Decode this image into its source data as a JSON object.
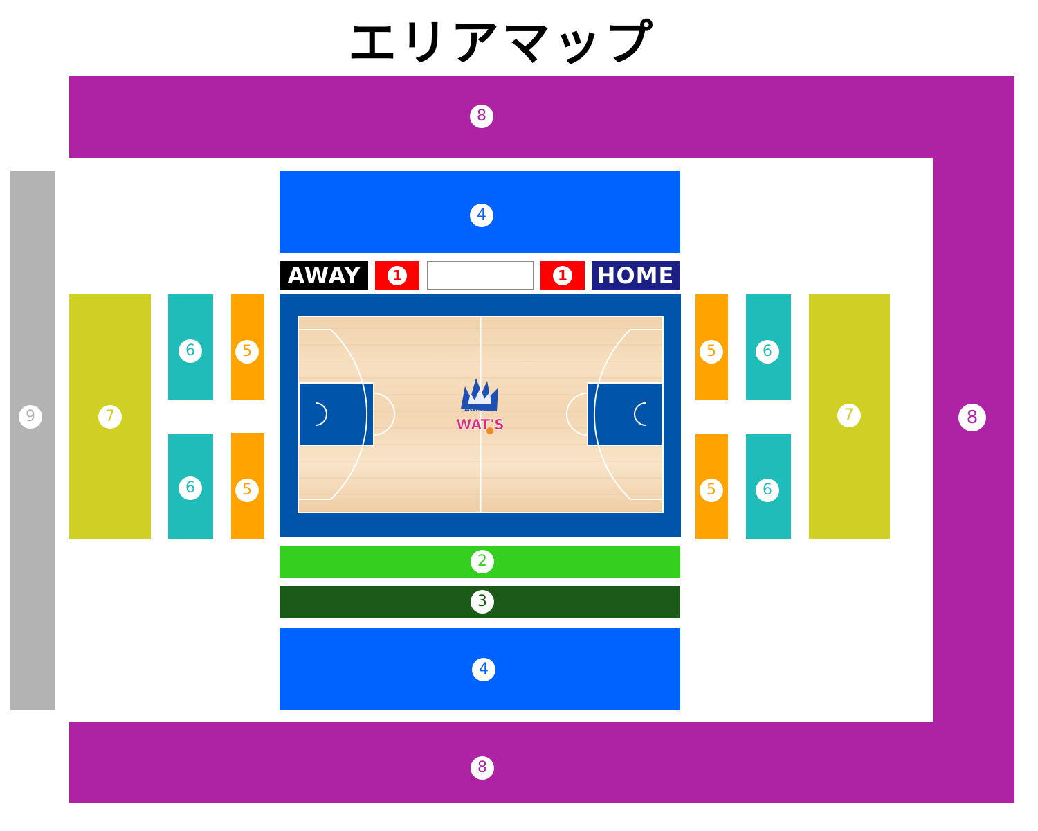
{
  "title": "エリアマップ",
  "scoreboard": {
    "away_label": "AWAY",
    "home_label": "HOME",
    "away_area": "1",
    "home_area": "1",
    "center_panel": ""
  },
  "court": {
    "logo_top": "AOMORI",
    "logo_bottom": "WAT'S"
  },
  "areas": {
    "area_8_top": "8",
    "area_8_right": "8",
    "area_8_bottom": "8",
    "area_9": "9",
    "area_4_top": "4",
    "area_4_bottom": "4",
    "area_2": "2",
    "area_3": "3",
    "area_7_left": "7",
    "area_7_right": "7",
    "area_6_left_upper": "6",
    "area_6_left_lower": "6",
    "area_6_right_upper": "6",
    "area_6_right_lower": "6",
    "area_5_left_upper": "5",
    "area_5_left_lower": "5",
    "area_5_right_upper": "5",
    "area_5_right_lower": "5"
  },
  "colors": {
    "area_8": "#ae22a4",
    "area_9": "#b3b3b3",
    "area_4": "#0063ff",
    "area_2": "#35cf20",
    "area_3": "#1c5a18",
    "area_7": "#cfcf24",
    "area_6": "#20bcba",
    "area_5": "#ffa300",
    "court_frame": "#0055ab",
    "away_bar": "#000000",
    "home_bar": "#1c1f86",
    "team_area": "#ff0000"
  }
}
